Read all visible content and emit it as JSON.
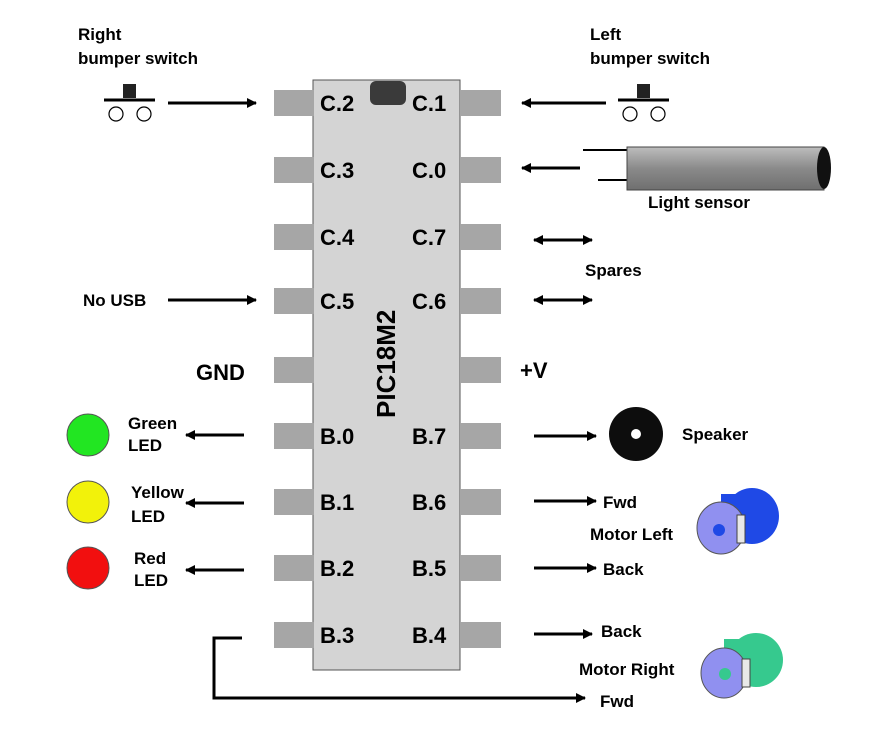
{
  "chip": {
    "name": "PIC18M2",
    "left_pins": [
      "C.2",
      "C.3",
      "C.4",
      "C.5",
      "",
      "B.0",
      "B.1",
      "B.2",
      "B.3"
    ],
    "right_pins": [
      "C.1",
      "C.0",
      "C.7",
      "C.6",
      "",
      "B.7",
      "B.6",
      "B.5",
      "B.4"
    ],
    "gnd_label": "GND",
    "vplus_label": "+V"
  },
  "inputs": {
    "right_bumper": [
      "Right",
      "bumper switch"
    ],
    "left_bumper": [
      "Left",
      "bumper switch"
    ],
    "light_sensor": "Light sensor",
    "spares": "Spares",
    "no_usb": "No USB"
  },
  "outputs": {
    "green_led": [
      "Green",
      "LED"
    ],
    "yellow_led": [
      "Yellow",
      "LED"
    ],
    "red_led": [
      "Red",
      "LED"
    ],
    "speaker": "Speaker",
    "motor_left": "Motor Left",
    "motor_right": "Motor Right",
    "fwd": "Fwd",
    "back": "Back"
  },
  "colors": {
    "chip_body": "#d4d4d4",
    "pin": "#a6a6a6",
    "green_led": "#22e622",
    "yellow_led": "#f2f20a",
    "red_led": "#f20f0f",
    "motor_left": "#1f49e6",
    "motor_right": "#36c98e",
    "motor_face": "#9090f0"
  }
}
